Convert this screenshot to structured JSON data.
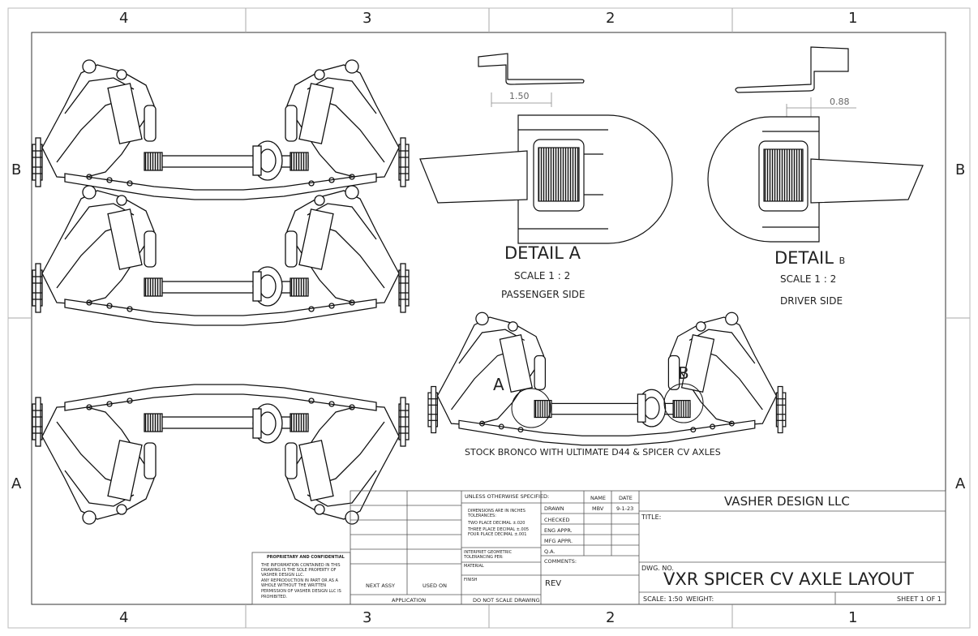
{
  "zones": {
    "columns": [
      "4",
      "3",
      "2",
      "1"
    ],
    "rows": [
      "B",
      "A"
    ]
  },
  "details": {
    "a": {
      "title": "DETAIL A",
      "scale": "SCALE 1 : 2",
      "side": "PASSENGER SIDE",
      "dimension": "1.50",
      "callout": "A"
    },
    "b": {
      "title": "DETAIL",
      "suffix": "B",
      "scale": "SCALE 1 : 2",
      "side": "DRIVER SIDE",
      "dimension": "0.88",
      "callout": "B"
    }
  },
  "main_caption": "STOCK BRONCO WITH ULTIMATE D44 & SPICER CV AXLES",
  "proprietary": {
    "heading": "PROPRIETARY AND CONFIDENTIAL",
    "body": [
      "THE INFORMATION CONTAINED IN THIS",
      "DRAWING IS THE SOLE PROPERTY OF",
      "VASHER DESIGN LLC.",
      "ANY REPRODUCTION IN PART OR AS A",
      "WHOLE WITHOUT THE WRITTEN",
      "PERMISSION OF VASHER DESIGN LLC IS",
      "PROHIBITED."
    ]
  },
  "usage": {
    "next_assy": "NEXT ASSY",
    "used_on": "USED ON",
    "application": "APPLICATION"
  },
  "spec": {
    "unless": "UNLESS OTHERWISE SPECIFIED:",
    "dims": "DIMENSIONS ARE IN INCHES",
    "tol": "TOLERANCES:",
    "two": "TWO PLACE DECIMAL    ±.020",
    "three": "THREE PLACE DECIMAL  ±.005",
    "four": "FOUR PLACE DECIMAL   ±.001",
    "interp1": "INTERPRET GEOMETRIC",
    "interp2": "TOLERANCING PER:",
    "material": "MATERIAL",
    "finish": "FINISH",
    "noscale": "DO NOT SCALE DRAWING"
  },
  "approvals": {
    "name_hdr": "NAME",
    "date_hdr": "DATE",
    "drawn": "DRAWN",
    "drawn_name": "MBV",
    "drawn_date": "9-1-23",
    "checked": "CHECKED",
    "eng": "ENG APPR.",
    "mfg": "MFG APPR.",
    "qa": "Q.A.",
    "comments": "COMMENTS:",
    "rev": "REV"
  },
  "title_block": {
    "company": "VASHER DESIGN LLC",
    "title_label": "TITLE:",
    "dwg_label": "DWG. NO.",
    "dwg_title": "VXR SPICER CV AXLE LAYOUT",
    "scale": "SCALE: 1:50",
    "weight": "WEIGHT:",
    "sheet": "SHEET 1 OF 1"
  }
}
